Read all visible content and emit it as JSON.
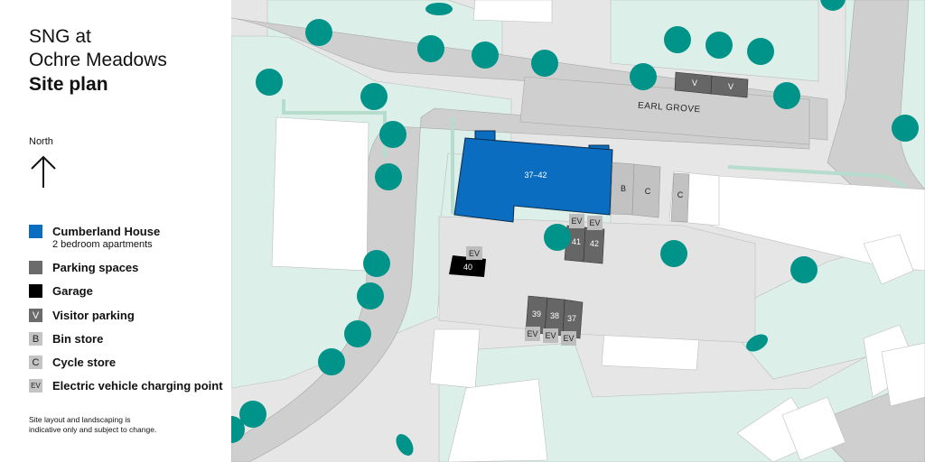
{
  "header": {
    "title_line1": "SNG at",
    "title_line2": "Ochre Meadows",
    "title_line3": "Site plan"
  },
  "compass": {
    "label": "North",
    "icon": "arrow-up-icon"
  },
  "legend": {
    "items": [
      {
        "key": "cumberland-house",
        "label": "Cumberland House",
        "sublabel": "2 bedroom apartments",
        "swatch_text": "",
        "color": "#0b6dbf"
      },
      {
        "key": "parking-spaces",
        "label": "Parking spaces",
        "swatch_text": "",
        "color": "#6b6b6b"
      },
      {
        "key": "garage",
        "label": "Garage",
        "swatch_text": "",
        "color": "#000000"
      },
      {
        "key": "visitor-parking",
        "label": "Visitor parking",
        "swatch_text": "V",
        "color": "#6b6b6b"
      },
      {
        "key": "bin-store",
        "label": "Bin store",
        "swatch_text": "B",
        "color": "#c4c4c4"
      },
      {
        "key": "cycle-store",
        "label": "Cycle store",
        "swatch_text": "C",
        "color": "#c4c4c4"
      },
      {
        "key": "ev-charging",
        "label": "Electric vehicle charging point",
        "swatch_text": "EV",
        "color": "#c4c4c4"
      }
    ]
  },
  "disclaimer": {
    "line1": "Site layout and landscaping is",
    "line2": "indicative only and subject to change."
  },
  "map": {
    "street_name": "EARL GROVE",
    "building": {
      "label": "37–42",
      "color": "#0b6dbf"
    },
    "stores": [
      {
        "type": "bin",
        "label": "B"
      },
      {
        "type": "cycle",
        "label": "C"
      },
      {
        "type": "cycle",
        "label": "C"
      }
    ],
    "visitor_spaces": [
      "V",
      "V"
    ],
    "parking": [
      {
        "plot": "41",
        "ev": "EV"
      },
      {
        "plot": "42",
        "ev": "EV"
      },
      {
        "plot": "39",
        "ev": "EV"
      },
      {
        "plot": "38",
        "ev": "EV"
      },
      {
        "plot": "37",
        "ev": "EV"
      }
    ],
    "garage": {
      "plot": "40",
      "ev": "EV"
    },
    "colors": {
      "road": "#cfcfcf",
      "pavement": "#e6e6e6",
      "green": "#dcefe8",
      "hedge": "#b5dccd",
      "tree": "#00938a",
      "house": "#ffffff",
      "parking": "#666666",
      "store": "#c2c2c2"
    }
  }
}
